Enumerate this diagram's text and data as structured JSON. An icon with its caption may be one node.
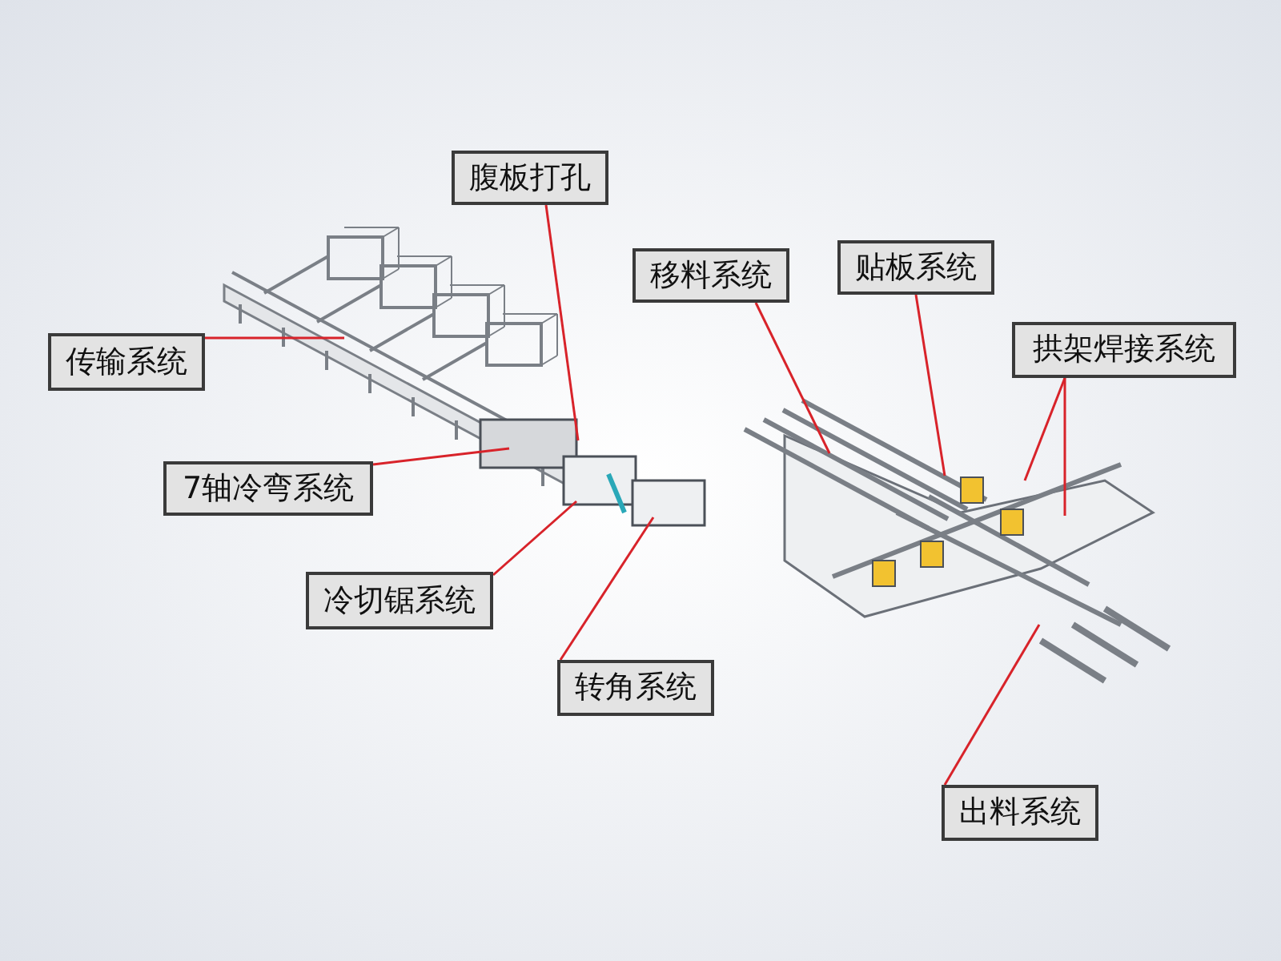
{
  "diagram": {
    "nodes": [
      {
        "text": [
          "腹板打孔"
        ]
      },
      {
        "text": [
          "移料系统"
        ]
      },
      {
        "text": [
          "贴板系统"
        ]
      },
      {
        "text": [
          "拱架焊接系统"
        ]
      },
      {
        "text": [
          "传输系统"
        ]
      },
      {
        "text": [
          "7轴冷弯系统"
        ]
      },
      {
        "text": [
          "冷切锯系统"
        ]
      },
      {
        "text": [
          "转角系统"
        ]
      },
      {
        "text": [
          "出料系统"
        ]
      }
    ],
    "edges": [
      {
        "from": 0,
        "to": null,
        "arrow": "none"
      },
      {
        "from": 1,
        "to": null,
        "arrow": "none"
      },
      {
        "from": 2,
        "to": null,
        "arrow": "none"
      },
      {
        "from": 3,
        "to": null,
        "arrow": "none"
      },
      {
        "from": 3,
        "to": null,
        "arrow": "none"
      },
      {
        "from": 4,
        "to": null,
        "arrow": "none"
      },
      {
        "from": 5,
        "to": null,
        "arrow": "none"
      },
      {
        "from": 6,
        "to": null,
        "arrow": "none"
      },
      {
        "from": 7,
        "to": null,
        "arrow": "none"
      },
      {
        "from": 8,
        "to": null,
        "arrow": "none"
      }
    ]
  }
}
